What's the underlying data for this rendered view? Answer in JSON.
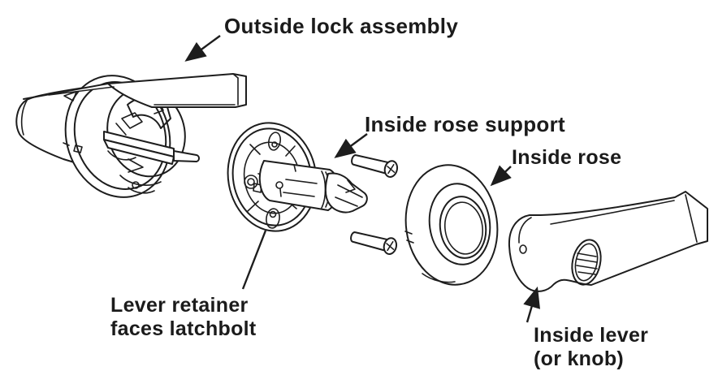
{
  "diagram": {
    "type": "exploded-parts-line-drawing",
    "background_color": "#ffffff",
    "ink_color": "#1d1d1d",
    "labels": {
      "outside_lock_assembly": "Outside lock assembly",
      "inside_rose_support": "Inside rose support",
      "inside_rose": "Inside rose",
      "lever_retainer": {
        "line1": "Lever retainer",
        "line2": "faces latchbolt"
      },
      "inside_lever": {
        "line1": "Inside lever",
        "line2": "(or knob)"
      }
    },
    "parts": [
      {
        "name": "outside-lock-assembly"
      },
      {
        "name": "inside-rose-support"
      },
      {
        "name": "mounting-screw-top"
      },
      {
        "name": "mounting-screw-bottom"
      },
      {
        "name": "inside-rose"
      },
      {
        "name": "inside-lever"
      }
    ]
  }
}
